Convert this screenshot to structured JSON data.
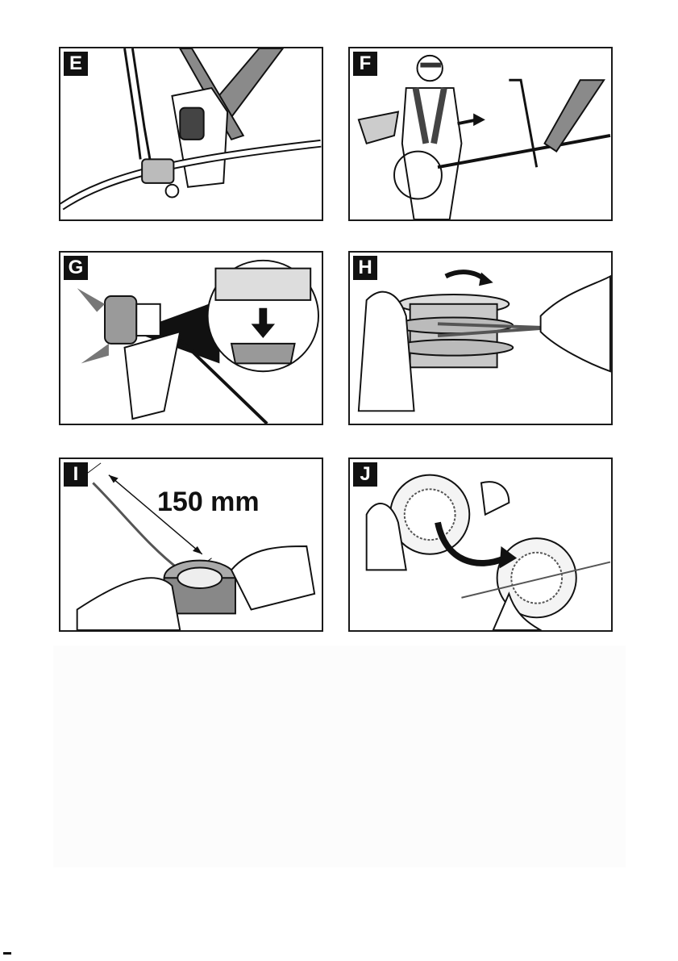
{
  "panels": {
    "e": {
      "label": "E"
    },
    "f": {
      "label": "F"
    },
    "g": {
      "label": "G"
    },
    "h": {
      "label": "H"
    },
    "i": {
      "label": "I",
      "measurement": "150 mm"
    },
    "j": {
      "label": "J"
    }
  },
  "colors": {
    "ink": "#111111",
    "strap": "#8a8a8a",
    "part_gray": "#9a9a9a",
    "light_gray": "#d8d8d8"
  },
  "icons": [
    "arrow-icon",
    "rotate-arrow-icon"
  ]
}
